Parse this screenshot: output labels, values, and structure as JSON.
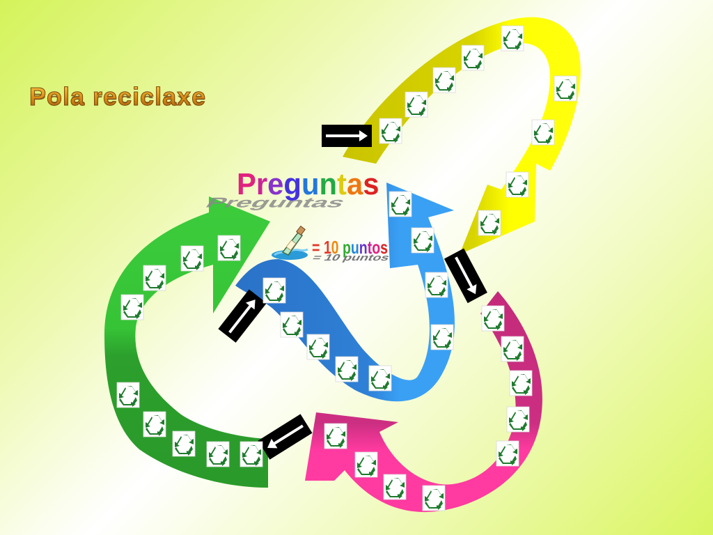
{
  "slide": {
    "title": "Pola reciclaxe",
    "preguntas": "Preguntas",
    "puntos_equals": "=",
    "puntos": "10 puntos",
    "preguntas_colors": [
      "#e0227f",
      "#cc2299",
      "#8833cc",
      "#4433dd",
      "#2277dd",
      "#22aa44",
      "#ddcc11",
      "#ee7711",
      "#dd2222"
    ],
    "puntos_colors": [
      "#e53a2a",
      "#ee8a10",
      "#e6c70e",
      "#33aa33",
      "#2288dd",
      "#6633cc",
      "#cc2299",
      "#e0227f",
      "#dd2222"
    ]
  },
  "arrows": {
    "yellow": {
      "colors": [
        "#c9c400",
        "#ffff00"
      ]
    },
    "green": {
      "colors": [
        "#2a9e2a",
        "#3ccc3c"
      ]
    },
    "blue": {
      "colors": [
        "#2a77cc",
        "#3a9cf0"
      ]
    },
    "magenta": {
      "colors": [
        "#c42a7a",
        "#ff3aa0"
      ]
    }
  },
  "icons": {
    "recycle": "recycle-icon",
    "arrow": "arrow-icon",
    "bottle": "message-bottle-icon"
  }
}
